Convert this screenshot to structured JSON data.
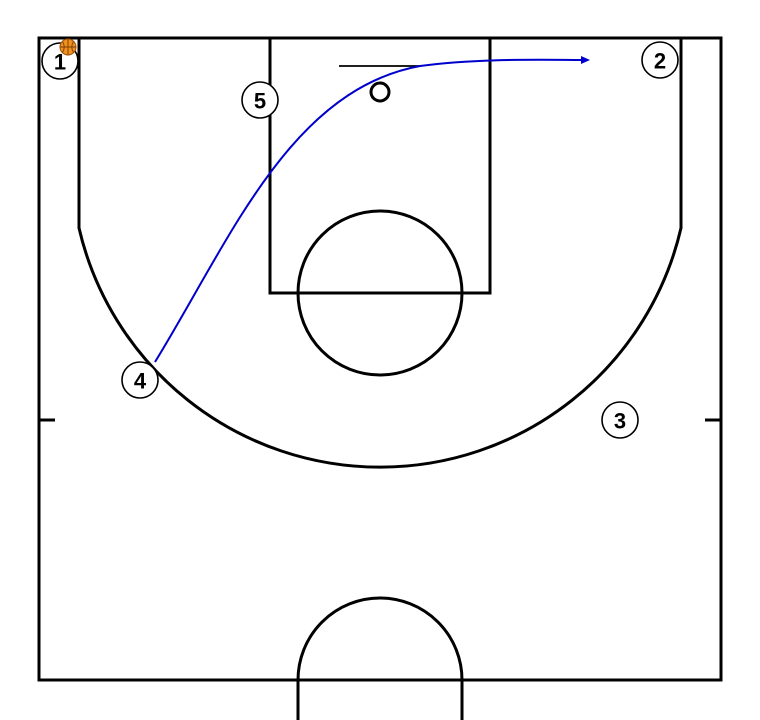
{
  "diagram": {
    "players": [
      {
        "id": "player-1",
        "label": "1"
      },
      {
        "id": "player-2",
        "label": "2"
      },
      {
        "id": "player-3",
        "label": "3"
      },
      {
        "id": "player-4",
        "label": "4"
      },
      {
        "id": "player-5",
        "label": "5"
      }
    ],
    "ball_holder": "player-1",
    "icons": {
      "ball": "basketball-icon",
      "arrow": "arrow-head-icon"
    },
    "colors": {
      "court_lines": "#000000",
      "movement_path": "#0000cc",
      "ball": "#f0901e",
      "background": "#ffffff"
    }
  }
}
